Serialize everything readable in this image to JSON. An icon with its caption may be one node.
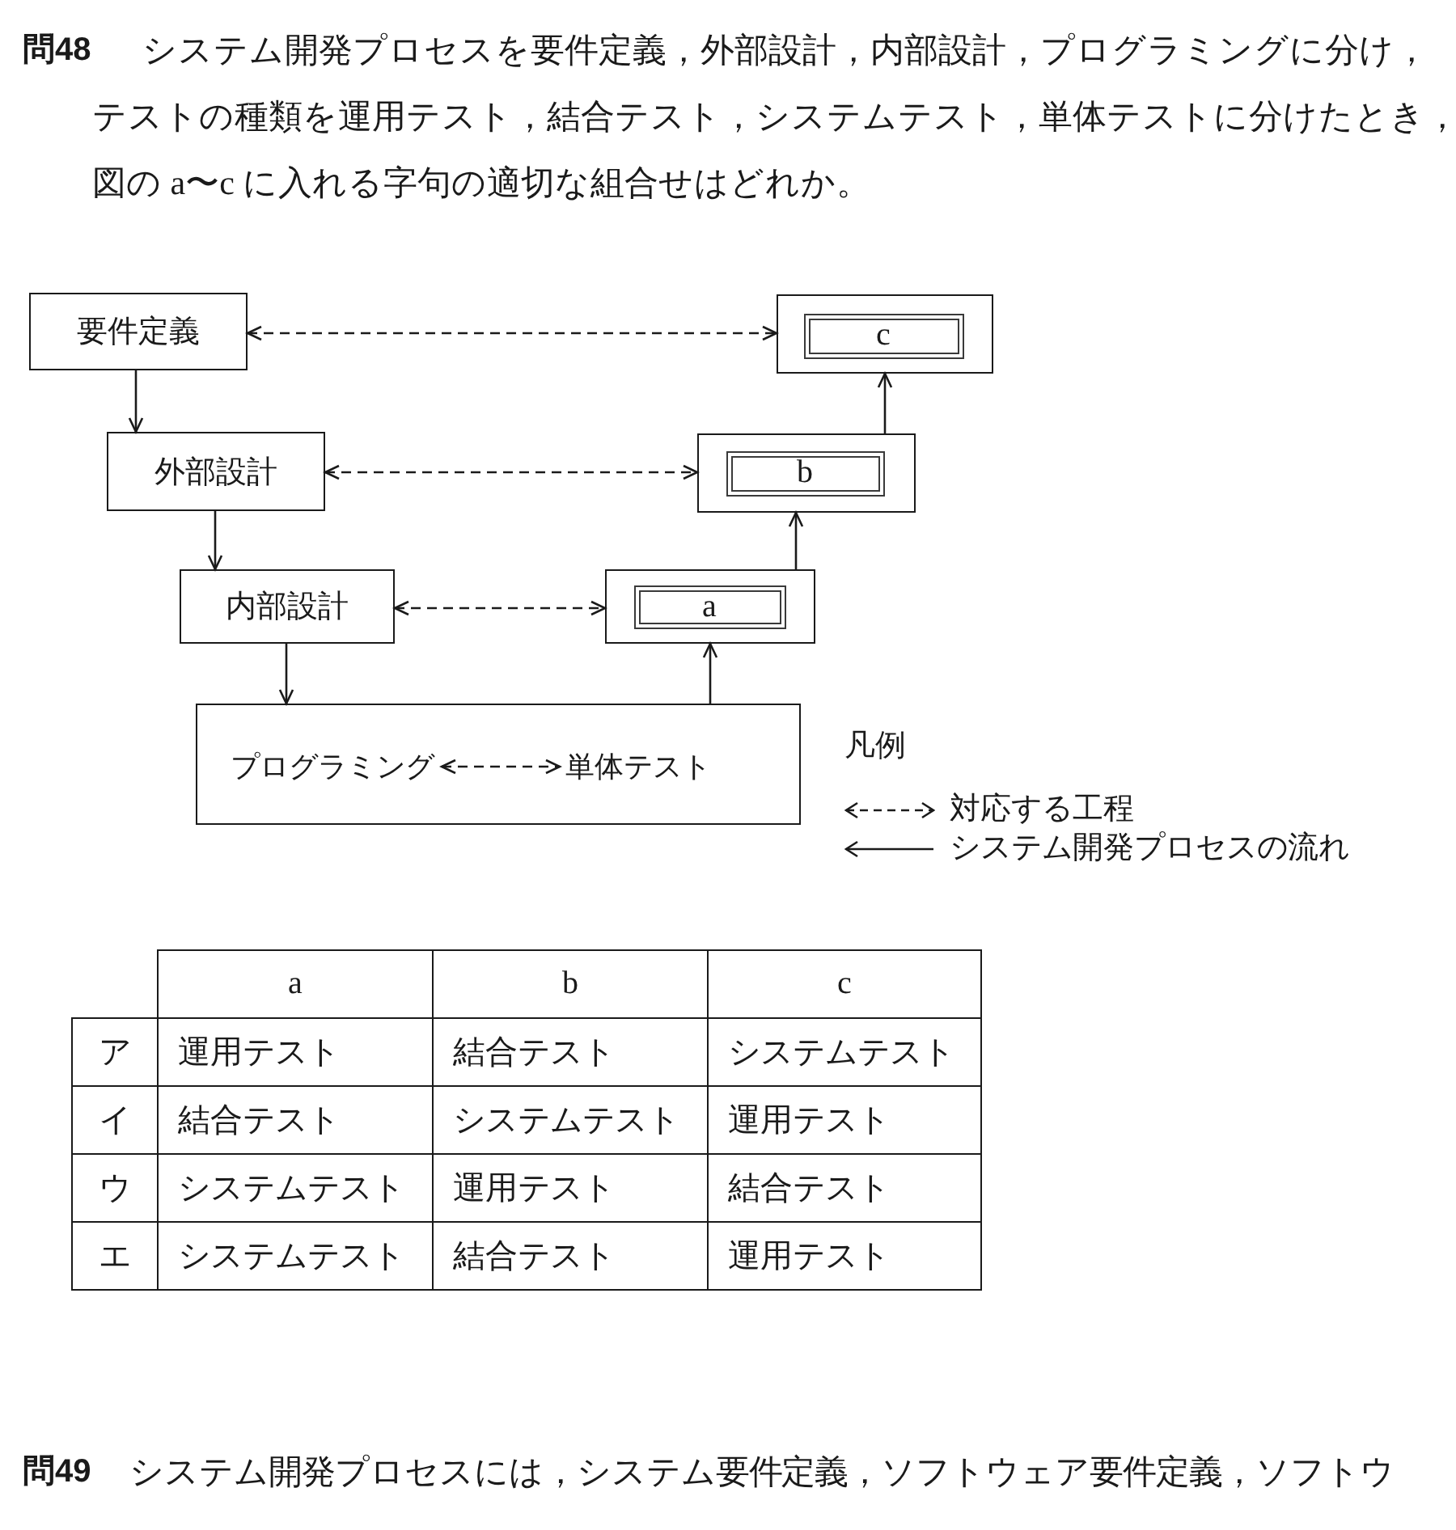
{
  "diagram": {
    "nodes": [
      {
        "text": [
          "要件定義"
        ]
      },
      {
        "text": [],
        "shape": "box"
      },
      {
        "text": [
          "c"
        ],
        "in": 1
      },
      {
        "text": [
          "外部設計"
        ]
      },
      {
        "text": [],
        "shape": "box"
      },
      {
        "text": [
          "b"
        ],
        "in": 4
      },
      {
        "text": [
          "内部設計"
        ]
      },
      {
        "text": [],
        "shape": "box"
      },
      {
        "text": [
          "a"
        ],
        "in": 7
      },
      {
        "text": [],
        "shape": "box"
      },
      {
        "text": [
          "プログラミング"
        ],
        "in": 9
      },
      {
        "text": [
          "単体テスト"
        ],
        "in": 9
      }
    ],
    "edges": [
      {
        "from": 0,
        "to": 3,
        "arrow": "to"
      },
      {
        "from": 3,
        "to": 6,
        "arrow": "to"
      },
      {
        "from": 6,
        "to": 9,
        "arrow": "to"
      },
      {
        "from": 9,
        "to": 7,
        "arrow": "to"
      },
      {
        "from": 7,
        "to": 4,
        "arrow": "to"
      },
      {
        "from": 4,
        "to": 1,
        "arrow": "to"
      },
      {
        "from": 0,
        "to": 1,
        "arrow": "both",
        "style": "dashed"
      },
      {
        "from": 3,
        "to": 4,
        "arrow": "both",
        "style": "dashed"
      },
      {
        "from": 6,
        "to": 7,
        "arrow": "both",
        "style": "dashed"
      },
      {
        "from": 10,
        "to": 11,
        "arrow": "both",
        "style": "dashed"
      }
    ],
    "labels": [
      "問48",
      "システム開発プロセスを要件定義，外部設計，内部設計，プログラミングに分け，テストの種類を運用テスト，結合テスト，システムテスト，単体テストに分けたとき，図の a〜c に入れる字句の適切な組合せはどれか。",
      "凡例",
      "a",
      "b",
      "c",
      "ア",
      "運用テスト",
      "結合テスト",
      "システムテスト",
      "イ",
      "結合テスト",
      "システムテスト",
      "運用テスト",
      "ウ",
      "システムテスト",
      "運用テスト",
      "結合テスト",
      "エ",
      "システムテスト",
      "結合テスト",
      "運用テスト",
      "問49",
      "システム開発プロセスには，システム要件定義，ソフトウェア要件定義，ソフトウ"
    ],
    "legend": [
      {
        "text": "対応する工程"
      },
      {
        "text": "システム開発プロセスの流れ"
      }
    ]
  }
}
